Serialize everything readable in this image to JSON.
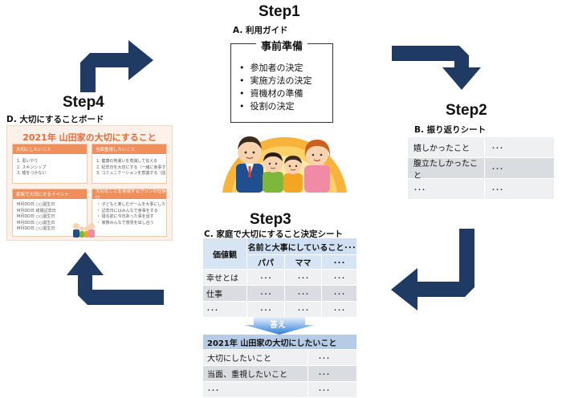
{
  "step1": {
    "title": "Step1",
    "label": "A. 利用ガイド",
    "box_title": "事前準備",
    "items": [
      "参加者の決定",
      "実施方法の決定",
      "資機材の準備",
      "役割の決定"
    ]
  },
  "step2": {
    "title": "Step2",
    "label": "B. 振り返りシート",
    "rows": [
      [
        "嬉しかったこと",
        "･･･"
      ],
      [
        "腹立たしかったこと",
        "･･･"
      ],
      [
        "･･･",
        "･･･"
      ]
    ]
  },
  "step3": {
    "title": "Step3",
    "label": "C. 家庭で大切にすること決定シート",
    "corner_header": "価値観",
    "top_header": "名前と大事にしていること･･･",
    "sub_headers": [
      "パパ",
      "ママ",
      "･･･"
    ],
    "rows": [
      [
        "幸せとは",
        "･･･",
        "･･･",
        "･･･"
      ],
      [
        "仕事",
        "･･･",
        "･･･",
        "･･･"
      ],
      [
        "･･･",
        "･･･",
        "･･･",
        "･･･"
      ]
    ],
    "answer_label": "答え",
    "answer_title": "2021年 山田家の大切にしたいこと",
    "answer_rows": [
      [
        "大切にしたいこと",
        "･･･"
      ],
      [
        "当面、重視したいこと",
        "･･･"
      ],
      [
        "･･･",
        "･･･"
      ]
    ]
  },
  "step4": {
    "title": "Step4",
    "label": "D. 大切にすることボード",
    "board_title": "2021年 山田家の大切にすること",
    "panels": [
      {
        "title": "大切にしたいこと",
        "lines": [
          "1. 思いやり",
          "2. スキンシップ",
          "3. 嘘をつかない"
        ]
      },
      {
        "title": "当面重視したいこと",
        "lines": [
          "1. 健康の気遣いを意識して伝える",
          "2. 紀念日を大切にする（一緒に食事するなど）",
          "3. コミュニケーションを意識する（話を聴く）"
        ]
      },
      {
        "title": "家族で大切にするイベント",
        "lines": [
          "M月DD日 ○○誕生日",
          "M月DD日 結婚記念日",
          "M月DD日 ○○誕生日",
          "M月DD日 ○○誕生日",
          "M月DD日 ○○誕生日"
        ]
      },
      {
        "title": "大切なことを実現するプランの仕掛け",
        "lines": [
          "・ 子どもと楽しむゲームを大事にしたい",
          "・ 記念日にはみんなで食事をする",
          "・ 寝る前に今日あった事を話す",
          "・ 家族みんなで意見を出し合う"
        ]
      }
    ]
  },
  "colors": {
    "arrow": "#1f3a63",
    "down_arrow": "#2f7fd6",
    "header_blue": "#cfe0f3",
    "board_orange": "#ef8f5c",
    "board_title": "#e26b3a"
  }
}
